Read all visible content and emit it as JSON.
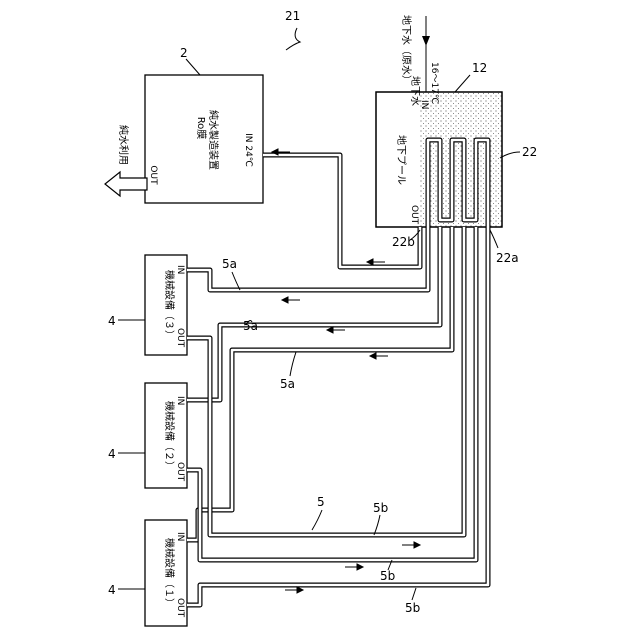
{
  "figure_ref": "21",
  "ro_device": {
    "ref": "2",
    "line1": "Ro膜",
    "line2": "純水製造装置",
    "in_label": "IN 24℃",
    "out_label": "OUT"
  },
  "pure_water_label": "純水利用",
  "pool": {
    "ref": "12",
    "label": "地下プール",
    "in_label": "IN",
    "out_label": "OUT",
    "out_ref": "22b",
    "coil_ref": "22",
    "coil_in_ref": "22a"
  },
  "groundwater": {
    "line1": "地下水（原水）",
    "line2": "地下水",
    "temp": "16～17℃"
  },
  "machines": [
    {
      "ref": "4",
      "label": "機械設備（３）",
      "in_label": "IN",
      "out_label": "OUT"
    },
    {
      "ref": "4",
      "label": "機械設備（２）",
      "in_label": "IN",
      "out_label": "OUT"
    },
    {
      "ref": "4",
      "label": "機械設備（１）",
      "in_label": "IN",
      "out_label": "OUT"
    }
  ],
  "pipe_refs": {
    "main": "5",
    "a1": "5a",
    "a2": "5a",
    "a3": "5a",
    "b1": "5b",
    "b2": "5b",
    "b3": "5b"
  }
}
